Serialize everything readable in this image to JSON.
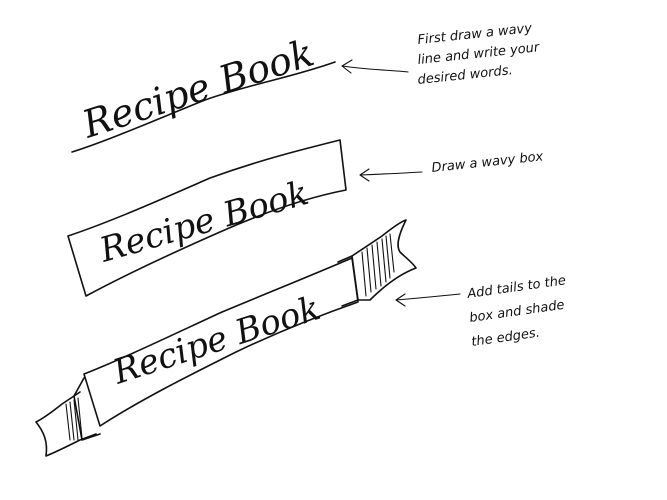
{
  "banner_text": "Recipe Book",
  "steps": [
    {
      "note_lines": [
        "First draw a wavy",
        "line and write your",
        "desired words."
      ]
    },
    {
      "note_lines": [
        "Draw a wavy box"
      ]
    },
    {
      "note_lines": [
        "Add tails to the",
        "box and shade",
        "the edges."
      ]
    }
  ]
}
